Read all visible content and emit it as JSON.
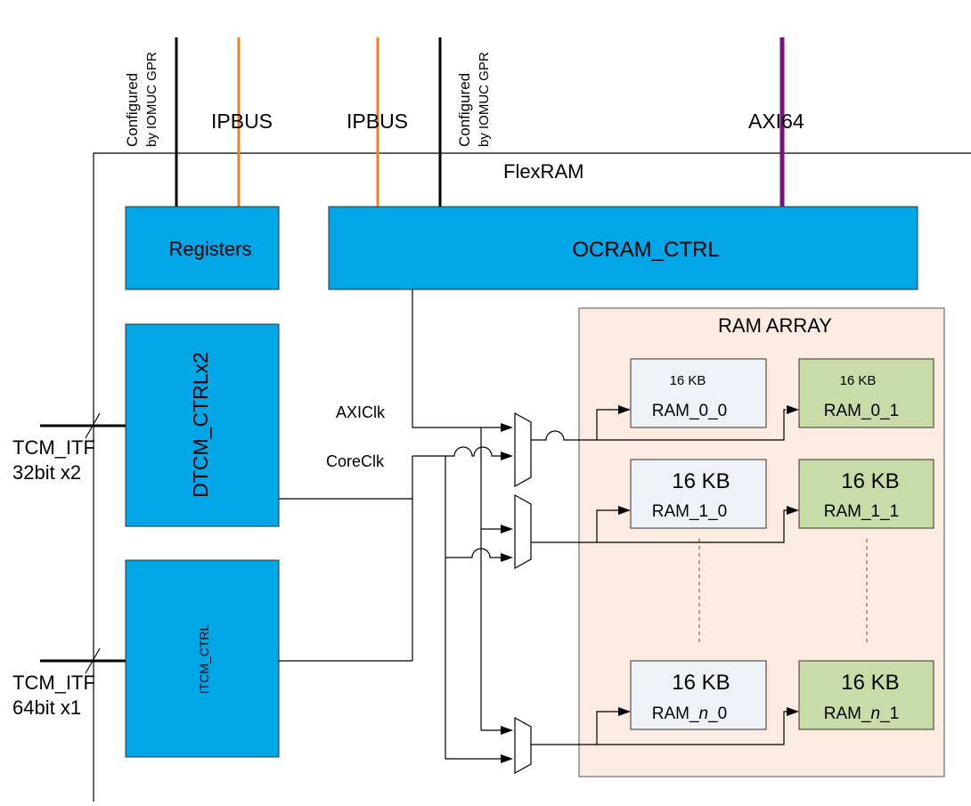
{
  "signals": {
    "cfg1_line1": "Configured",
    "cfg1_line2": "by IOMUC GPR",
    "ipbus1": "IPBUS",
    "ipbus2": "IPBUS",
    "cfg2_line1": "Configured",
    "cfg2_line2": "by IOMUC GPR",
    "axi": "AXI64"
  },
  "flexram": {
    "title": "FlexRAM"
  },
  "blocks": {
    "registers": "Registers",
    "ocram": "OCRAM_CTRL",
    "dtcm": "DTCM_CTRLx2",
    "itcm": "ITCM_CTRL"
  },
  "clocks": {
    "axi": "AXIClk",
    "core": "CoreClk"
  },
  "tcm": {
    "dtcm_line1": "TCM_ITF",
    "dtcm_line2": "32bit x2",
    "itcm_line1": "TCM_ITF",
    "itcm_line2": "64bit x1"
  },
  "ram_array": {
    "title": "RAM ARRAY",
    "rows": [
      {
        "left": {
          "size": "16 KB",
          "name": "RAM_0_0"
        },
        "right": {
          "size": "16 KB",
          "name": "RAM_0_1"
        }
      },
      {
        "left": {
          "size": "16 KB",
          "name": "RAM_1_0"
        },
        "right": {
          "size": "16 KB",
          "name": "RAM_1_1"
        }
      },
      {
        "left": {
          "size": "16 KB",
          "name_prefix": "RAM_",
          "name_italic": "n",
          "name_suffix": "_0"
        },
        "right": {
          "size": "16 KB",
          "name_prefix": "RAM_",
          "name_italic": "n",
          "name_suffix": "_1"
        }
      }
    ]
  },
  "colors": {
    "controller_blue": "#00a6e6",
    "ipbus_orange": "#f07f1e",
    "axi_purple": "#7a1180",
    "ram_array_bg": "#fcebe0",
    "ram_bank0": "#eef2f7",
    "ram_bank1": "#c9dba6"
  }
}
